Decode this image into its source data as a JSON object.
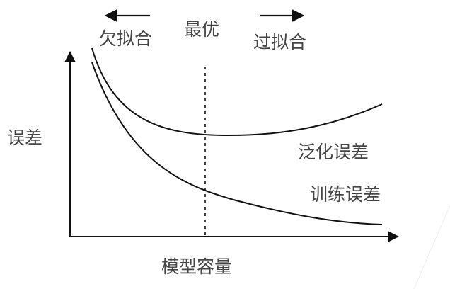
{
  "labels": {
    "underfit": "欠拟合",
    "optimal": "最优",
    "overfit": "过拟合",
    "y_axis": "误差",
    "x_axis": "模型容量",
    "generalization_error": "泛化误差",
    "training_error": "训练误差"
  },
  "colors": {
    "line": "#111111",
    "text": "#444444"
  }
}
